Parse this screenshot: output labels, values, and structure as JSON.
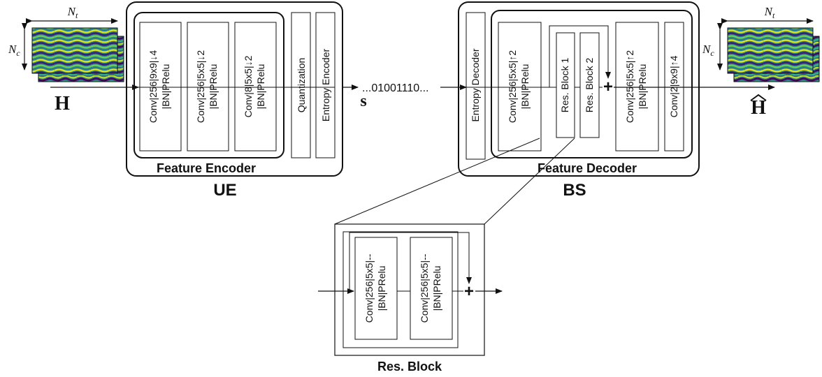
{
  "ue": {
    "section_label": "UE",
    "encoder_label": "Feature Encoder",
    "blocks": [
      "Conv|256|9x9|↓4\n|BN|PRelu",
      "Conv|256|5x5|↓2\n|BN|PRelu",
      "Conv|8|5x5|↓2\n|BN|PRelu"
    ],
    "quantization": "Quantization",
    "entropy_encoder": "Entropy Encoder"
  },
  "bitstream": {
    "label": "...01001110...",
    "symbol": "s"
  },
  "bs": {
    "section_label": "BS",
    "decoder_label": "Feature Decoder",
    "entropy_decoder": "Entropy Decoder",
    "blocks": [
      "Conv|256|5x5|↑2\n|BN|PRelu",
      "Res. Block 1",
      "Res. Block 2",
      "Conv|256|5x5|↑2\n|BN|PRelu",
      "Conv|2|9x9|↑4"
    ],
    "sum_symbol": "+"
  },
  "res_block": {
    "label": "Res. Block",
    "blocks": [
      "Conv|256|5x5|--\n|BN|PRelu",
      "Conv|256|5x5|--\n|BN|PRelu"
    ],
    "sum_symbol": "+"
  },
  "input": {
    "symbol": "H",
    "width_label_base": "N",
    "width_label_sub": "t",
    "height_label_base": "N",
    "height_label_sub": "c"
  },
  "output": {
    "symbol": "H",
    "hat": "̂",
    "width_label_base": "N",
    "width_label_sub": "t",
    "height_label_base": "N",
    "height_label_sub": "c"
  },
  "colors": {
    "stroke": "#111111",
    "heat_low": "#3b1f6e",
    "heat_mid": "#1f8f8a",
    "heat_high": "#d8e21e"
  },
  "icons": {
    "matrix": "channel-heatmap-icon",
    "sum": "plus-icon"
  }
}
